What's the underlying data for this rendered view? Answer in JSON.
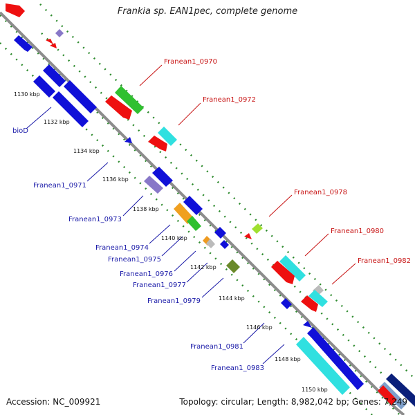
{
  "title": "Frankia sp. EAN1pec, complete genome",
  "footer": {
    "accession": "Accession: NC_009921",
    "summary": "Topology: circular; Length: 8,982,042 bp; Genes: 7,249"
  },
  "colors": {
    "backbone": "#8c8c8c",
    "track_dots": "#2e8b2e",
    "minus_label": "#1a1aa8",
    "plus_label": "#c81414"
  },
  "ticks": [
    "1130 kbp",
    "1132 kbp",
    "1134 kbp",
    "1136 kbp",
    "1138 kbp",
    "1140 kbp",
    "1142 kbp",
    "1144 kbp",
    "1146 kbp",
    "1148 kbp",
    "1150 kbp"
  ],
  "labels_minus": [
    "bioD",
    "Franean1_0971",
    "Franean1_0973",
    "Franean1_0974",
    "Franean1_0975",
    "Franean1_0976",
    "Franean1_0977",
    "Franean1_0979",
    "Franean1_0981",
    "Franean1_0983"
  ],
  "labels_plus": [
    "Franean1_0970",
    "Franean1_0972",
    "Franean1_0978",
    "Franean1_0980",
    "Franean1_0982"
  ]
}
